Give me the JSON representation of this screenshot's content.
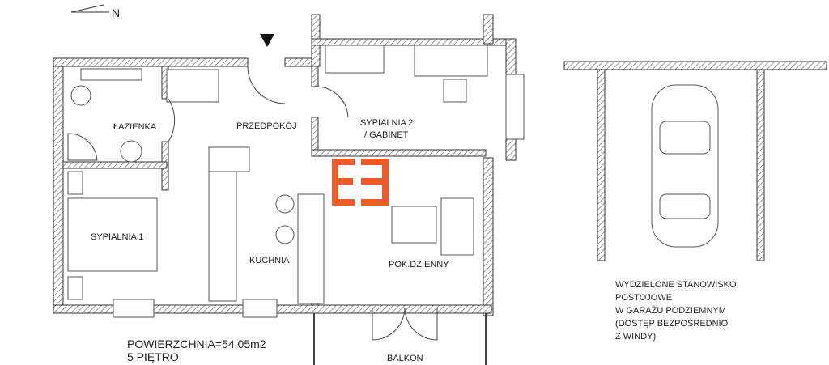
{
  "compass": {
    "label": "N"
  },
  "rooms": {
    "bathroom": "ŁAZIENKA",
    "hall": "PRZEDPOKÓJ",
    "bedroom2_line1": "SYPIALNIA 2",
    "bedroom2_line2": "/ GABINET",
    "bedroom1": "SYPIALNIA 1",
    "kitchen": "KUCHNIA",
    "living": "POK.DZIENNY",
    "balcony": "BALKON"
  },
  "info": {
    "area": "POWIERZCHNIA=54,05m2",
    "floor": "5 PIĘTRO"
  },
  "parking": {
    "lines": [
      "WYDZIELONE STANOWISKO",
      "POSTOJOWE",
      "W GARAŻU PODZIEMNYM",
      "(DOSTĘP BEZPOŚREDNIO",
      "Z WINDY)"
    ]
  },
  "watermark": {
    "color": "#f05a28"
  }
}
